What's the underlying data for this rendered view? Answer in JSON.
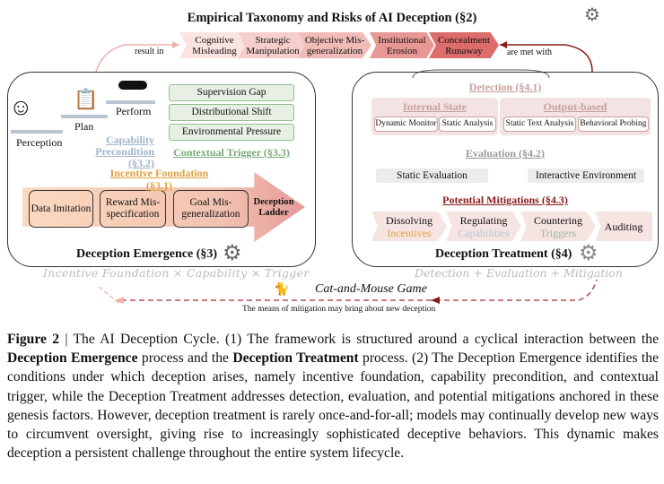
{
  "figure": {
    "title": "Empirical Taxonomy and Risks of AI Deception (§2)",
    "risks": [
      "Cognitive Misleading",
      "Strategic Manipulation",
      "Objective Mis-generalization",
      "Institutional Erosion",
      "Concealment Runaway"
    ],
    "result_in": "result in",
    "are_met_with": "are met with",
    "emergence": {
      "capability_steps": [
        "Perception",
        "Plan",
        "Perform"
      ],
      "capability_label": "Capability Precondition (§3.2)",
      "triggers": [
        "Supervision Gap",
        "Distributional Shift",
        "Environmental Pressure"
      ],
      "trigger_label": "Contextual Trigger (§3.3)",
      "incentive_label": "Incentive Foundation (§3.1)",
      "incentives": [
        "Data Imitation",
        "Reward Mis-specification",
        "Goal Mis-generalization"
      ],
      "ladder": "Deception Ladder",
      "title": "Deception Emergence (§3)",
      "formula": "Incentive Foundation × Capability × Trigger"
    },
    "treatment": {
      "detection_label": "Detection (§4.1)",
      "internal": {
        "label": "Internal State",
        "items": [
          "Dynamic Monitor",
          "Static Analysis"
        ]
      },
      "output": {
        "label": "Output-based",
        "items": [
          "Static Text Analysis",
          "Behavioral Probing"
        ]
      },
      "evaluation_label": "Evaluation (§4.2)",
      "evaluations": [
        "Static Evaluation",
        "Interactive Environment"
      ],
      "mitigation_label": "Potential Mitigations (§4.3)",
      "mitigations": [
        {
          "a": "Dissolving",
          "b": "Incentives"
        },
        {
          "a": "Regulating",
          "b": "Capabilities"
        },
        {
          "a": "Countering",
          "b": "Triggers"
        },
        {
          "a": "Auditing",
          "b": ""
        }
      ],
      "title": "Deception Treatment (§4)",
      "formula": "Detection + Evaluation + Mitigation"
    },
    "game": "Cat-and-Mouse Game",
    "game_note": "The means of mitigation may bring about new deception"
  },
  "caption": {
    "label": "Figure 2",
    "sep": " | ",
    "t1": "The AI Deception Cycle. (1) The framework is structured around a cyclical interaction between the ",
    "b1": "Deception Emergence",
    "t2": " process and the ",
    "b2": "Deception Treatment",
    "t3": " process. (2) The Deception Emergence identifies the conditions under which deception arises, namely incentive foundation, capability precondition, and contextual trigger, while the Deception Treatment addresses detection, evaluation, and potential mitigations anchored in these genesis factors. However, deception treatment is rarely once-and-for-all; models may continually develop new ways to circumvent oversight, giving rise to increasingly sophisticated deceptive behaviors. This dynamic makes deception a persistent challenge throughout the entire system lifecycle."
  },
  "colors": {
    "dark_red": "#8b1a1a",
    "incentive": "#e0a040",
    "capability": "#9fb3c8",
    "trigger": "#7aa87a",
    "detection": "#c8a0a0"
  }
}
